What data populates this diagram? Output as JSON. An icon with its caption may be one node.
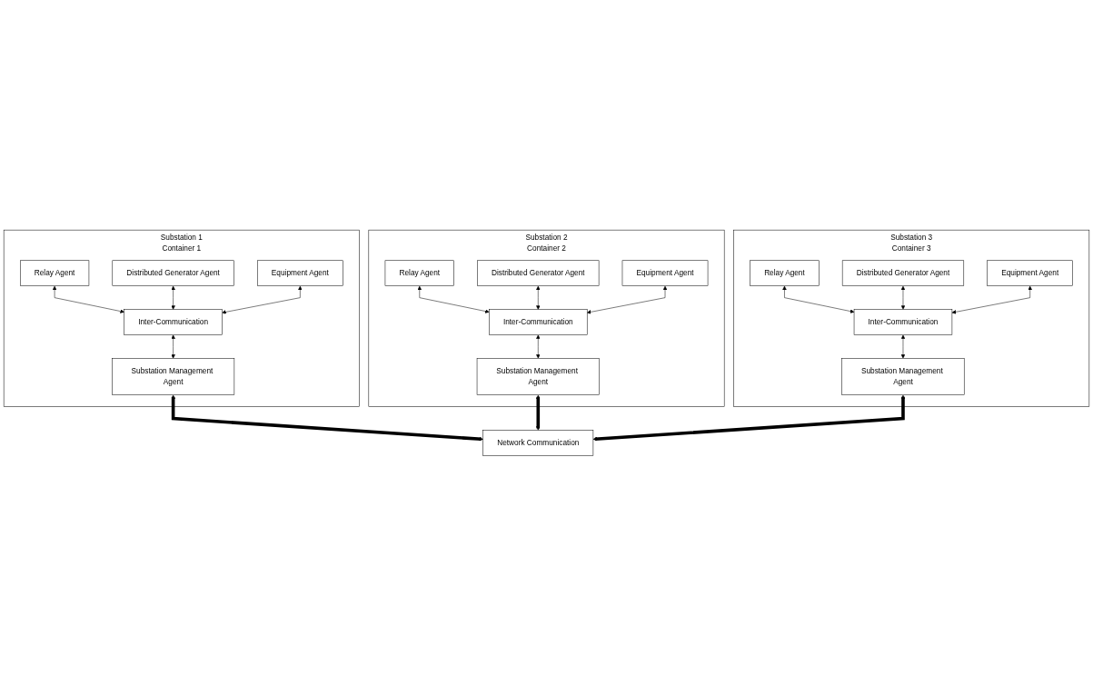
{
  "diagram": {
    "nodes": [
      {
        "text": [
          "Substation 1",
          "Container 1"
        ]
      },
      {
        "text": [
          "Relay Agent"
        ],
        "in": 0
      },
      {
        "text": [
          "Distributed Generator Agent"
        ],
        "in": 0
      },
      {
        "text": [
          "Equipment Agent"
        ],
        "in": 0
      },
      {
        "text": [
          "Inter-Communication"
        ],
        "in": 0
      },
      {
        "text": [
          "Substation Management Agent"
        ],
        "in": 0
      },
      {
        "text": [
          "Substation 2",
          "Container 2"
        ]
      },
      {
        "text": [
          "Relay Agent"
        ],
        "in": 6
      },
      {
        "text": [
          "Distributed Generator Agent"
        ],
        "in": 6
      },
      {
        "text": [
          "Equipment Agent"
        ],
        "in": 6
      },
      {
        "text": [
          "Inter-Communication"
        ],
        "in": 6
      },
      {
        "text": [
          "Substation Management Agent"
        ],
        "in": 6
      },
      {
        "text": [
          "Substation 3",
          "Container 3"
        ]
      },
      {
        "text": [
          "Relay Agent"
        ],
        "in": 12
      },
      {
        "text": [
          "Distributed Generator Agent"
        ],
        "in": 12
      },
      {
        "text": [
          "Equipment Agent"
        ],
        "in": 12
      },
      {
        "text": [
          "Inter-Communication"
        ],
        "in": 12
      },
      {
        "text": [
          "Substation Management Agent"
        ],
        "in": 12
      },
      {
        "text": [
          "Network Communication"
        ]
      }
    ],
    "edges": [
      {
        "from": 1,
        "to": 4,
        "arrow": "both"
      },
      {
        "from": 2,
        "to": 4,
        "arrow": "both"
      },
      {
        "from": 3,
        "to": 4,
        "arrow": "both"
      },
      {
        "from": 4,
        "to": 5,
        "arrow": "both"
      },
      {
        "from": 5,
        "to": 18,
        "arrow": "both",
        "style": "thick"
      },
      {
        "from": 7,
        "to": 10,
        "arrow": "both"
      },
      {
        "from": 8,
        "to": 10,
        "arrow": "both"
      },
      {
        "from": 9,
        "to": 10,
        "arrow": "both"
      },
      {
        "from": 10,
        "to": 11,
        "arrow": "both"
      },
      {
        "from": 11,
        "to": 18,
        "arrow": "both",
        "style": "thick"
      },
      {
        "from": 13,
        "to": 16,
        "arrow": "both"
      },
      {
        "from": 14,
        "to": 16,
        "arrow": "both"
      },
      {
        "from": 15,
        "to": 16,
        "arrow": "both"
      },
      {
        "from": 16,
        "to": 17,
        "arrow": "both"
      },
      {
        "from": 17,
        "to": 18,
        "arrow": "both",
        "style": "thick"
      }
    ]
  }
}
